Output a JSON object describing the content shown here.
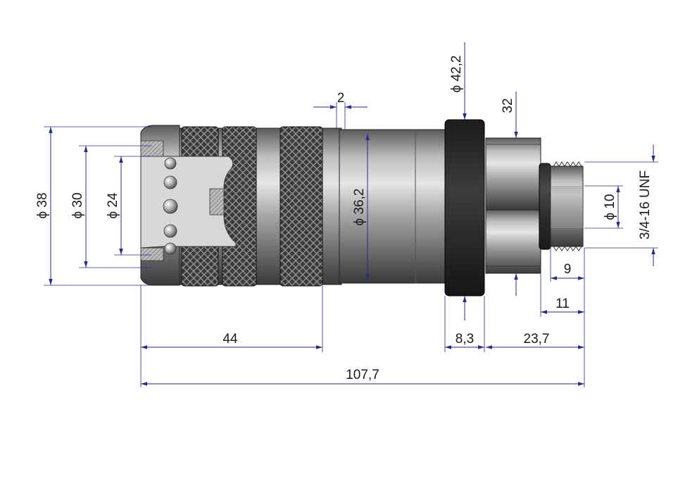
{
  "drawing": {
    "dimensions": {
      "d38": "ϕ 38",
      "d30": "ϕ 30",
      "d24": "ϕ 24",
      "d36_2": "ϕ 36,2",
      "d42_2": "ϕ 42,2",
      "d10": "ϕ 10",
      "thread": "3/4-16 UNF",
      "w2": "2",
      "w32": "32",
      "w9": "9",
      "w11": "11",
      "w44": "44",
      "w8_3": "8,3",
      "w23_7": "23,7",
      "w107_7": "107,7"
    },
    "colors": {
      "dimension_line": "#2a2a8a",
      "metal_light": "#c8c8c8",
      "metal_dark": "#4a4a4a",
      "rubber_ring": "#2b2b2b"
    }
  }
}
